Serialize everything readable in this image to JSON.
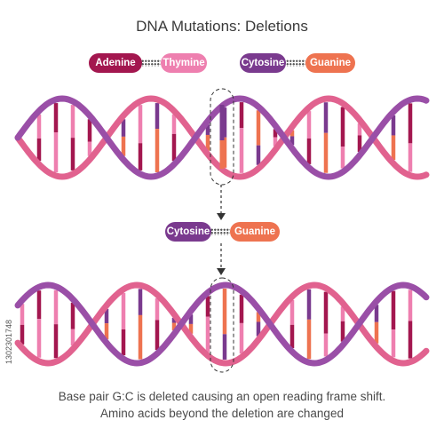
{
  "title": "DNA Mutations: Deletions",
  "legend": {
    "adenine": "Adenine",
    "thymine": "Thymine",
    "cytosine": "Cytosine",
    "guanine": "Guanine"
  },
  "deleted_pair": {
    "cytosine": "Cytosine",
    "guanine": "Guanine"
  },
  "caption": {
    "line1": "Base pair G:C is deleted causing an open reading frame shift.",
    "line2": "Amino acids beyond the deletion are changed"
  },
  "side_id": "1302301748",
  "colors": {
    "adenine": "#a3174f",
    "thymine": "#ee7faf",
    "cytosine": "#7a3a8e",
    "guanine": "#ee7350",
    "strand_pink": "#e1628f",
    "strand_purple": "#9a4fa7"
  }
}
